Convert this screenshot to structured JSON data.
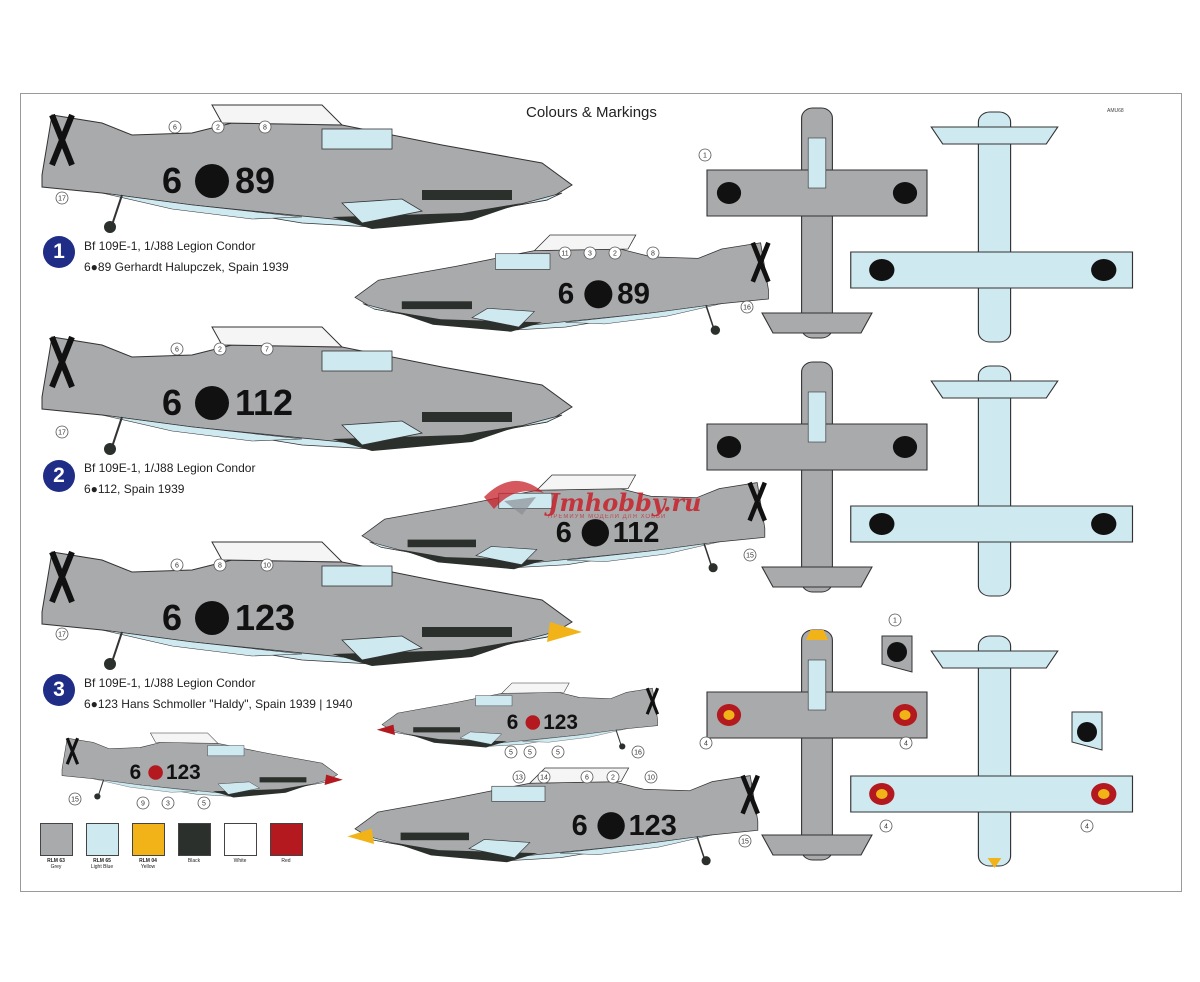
{
  "header": {
    "title": "Colours & Markings",
    "code": "AMU68"
  },
  "schemes": [
    {
      "number": "1",
      "line1": "Bf 109E-1, 1/J88 Legion Condor",
      "line2": "6●89 Gerhardt Halupczek, Spain 1939",
      "code_prefix": "6",
      "code_suffix": "89"
    },
    {
      "number": "2",
      "line1": "Bf 109E-1, 1/J88 Legion Condor",
      "line2": "6●112, Spain 1939",
      "code_prefix": "6",
      "code_suffix": "112"
    },
    {
      "number": "3",
      "line1": "Bf 109E-1, 1/J88 Legion Condor",
      "line2": "6●123 Hans Schmoller \"Haldy\", Spain 1939 | 1940",
      "code_prefix": "6",
      "code_suffix": "123"
    }
  ],
  "callouts": [
    "6",
    "2",
    "8",
    "17",
    "11",
    "3",
    "2",
    "8",
    "16",
    "1",
    "6",
    "2",
    "7",
    "17",
    "15",
    "6",
    "8",
    "10",
    "17",
    "5",
    "5",
    "5",
    "16",
    "15",
    "9",
    "3",
    "5",
    "13",
    "14",
    "6",
    "2",
    "10",
    "15",
    "4",
    "4",
    "1",
    "4",
    "4"
  ],
  "palette": [
    {
      "code": "RLM 63",
      "name": "Grey",
      "color": "#a9aaac"
    },
    {
      "code": "RLM 65",
      "name": "Light Blue",
      "color": "#cfe9f1"
    },
    {
      "code": "RLM 04",
      "name": "Yellow",
      "color": "#f2b318"
    },
    {
      "code": "",
      "name": "Black",
      "color": "#2b302c"
    },
    {
      "code": "",
      "name": "White",
      "color": "#ffffff"
    },
    {
      "code": "",
      "name": "Red",
      "color": "#b3191e"
    }
  ],
  "watermark": {
    "brand": "Jmhobby.ru",
    "tagline": "ПРЕМИУМ МОДЕЛИ ДЛЯ ХОББИ"
  }
}
